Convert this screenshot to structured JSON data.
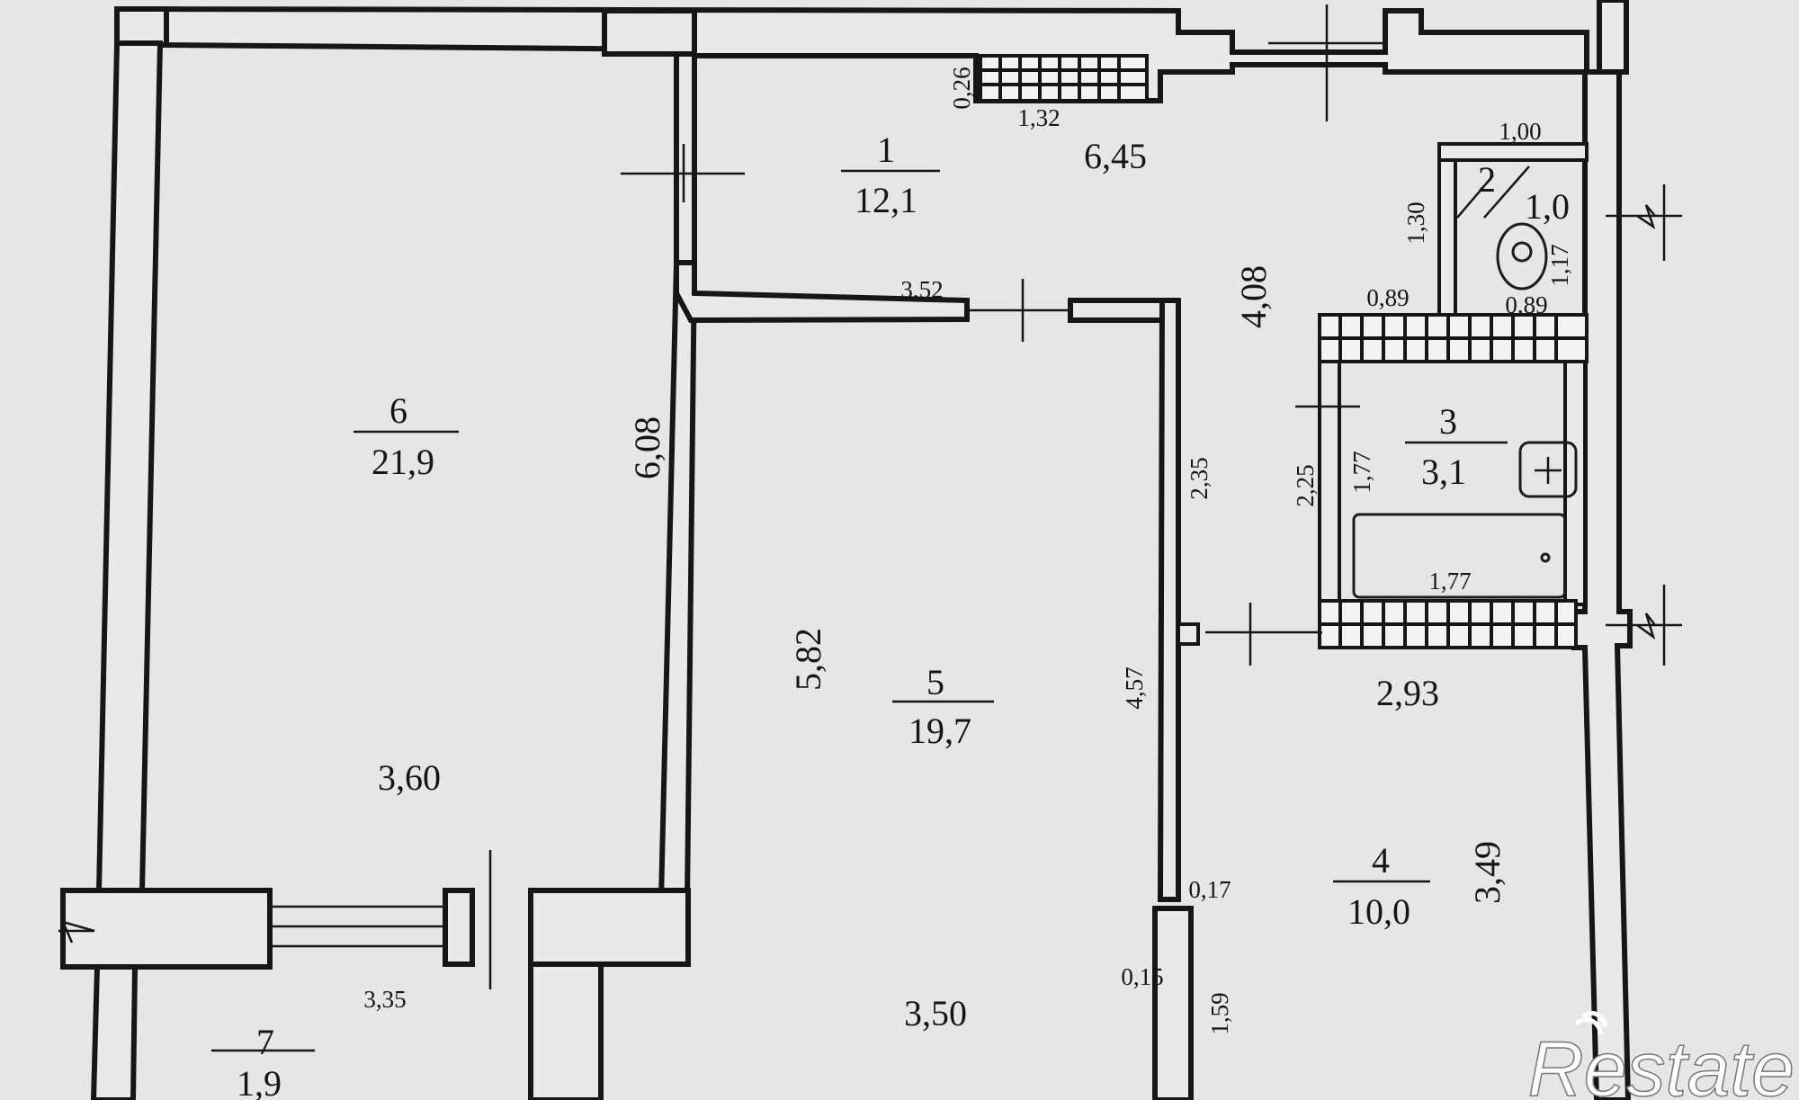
{
  "rooms": [
    {
      "number": "1",
      "area": "12,1"
    },
    {
      "number": "2",
      "area": "1,0"
    },
    {
      "number": "3",
      "area": "3,1"
    },
    {
      "number": "4",
      "area": "10,0"
    },
    {
      "number": "5",
      "area": "19,7"
    },
    {
      "number": "6",
      "area": "21,9"
    },
    {
      "number": "7",
      "area": "1,9"
    }
  ],
  "dimensions": [
    "6,45",
    "4,08",
    "1,00",
    "1,30",
    "0,89",
    "0,89",
    "1,17",
    "3,52",
    "0,26",
    "1,32",
    "6,08",
    "3,60",
    "5,82",
    "4,57",
    "2,35",
    "2,25",
    "1,77",
    "1,77",
    "2,93",
    "3,49",
    "0,17",
    "0,15",
    "1,59",
    "3,50",
    "3,35"
  ],
  "watermark": "Restate"
}
